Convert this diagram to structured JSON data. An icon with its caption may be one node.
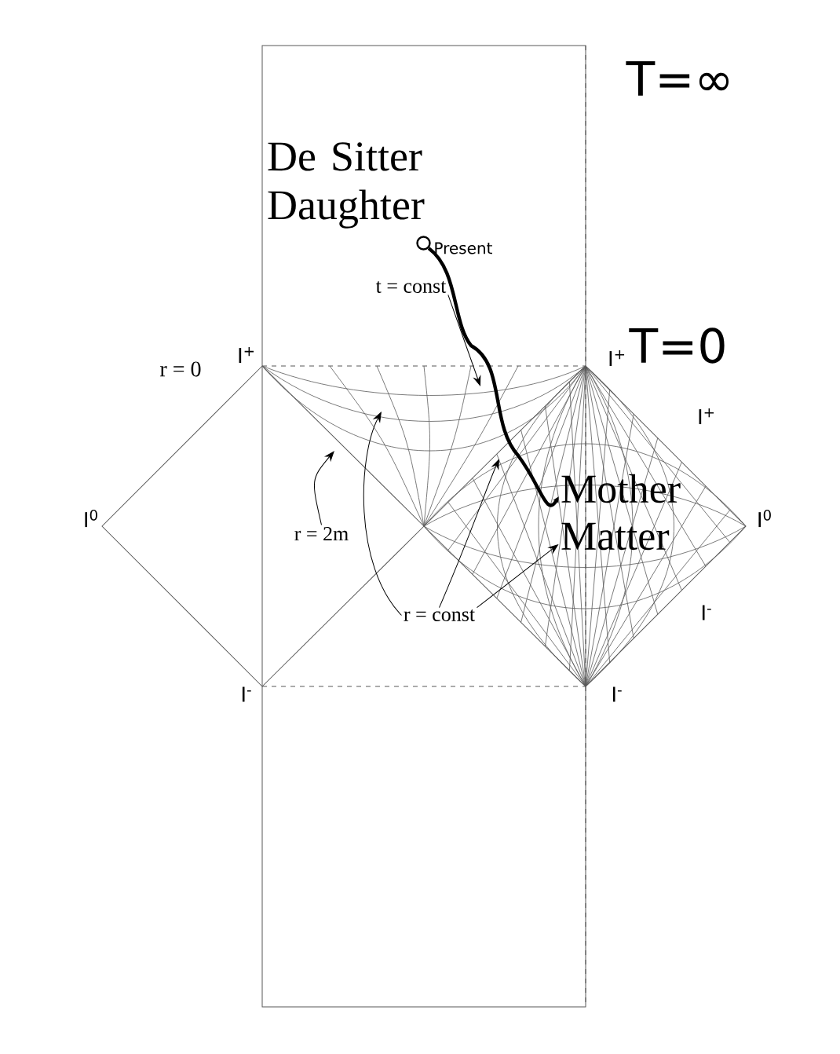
{
  "diagram": {
    "nodes": [
      {
        "text": [
          "De Sitter Daughter"
        ]
      },
      {
        "text": [],
        "shape": "circle",
        "in": 0,
        "beside": [
          "Present"
        ]
      },
      {
        "text": [
          "t = const"
        ],
        "in": 0
      },
      {
        "text": [
          "r = 2m"
        ],
        "in": 0
      },
      {
        "text": [
          "r = const"
        ],
        "in": 0
      },
      {
        "text": [
          "Mother Matter"
        ]
      }
    ],
    "edges": [
      {
        "from": 1,
        "to": 5,
        "arrow": "to",
        "style": "thick"
      },
      {
        "from": 2,
        "to": null,
        "arrow": "to"
      },
      {
        "from": 3,
        "to": null,
        "arrow": "to"
      },
      {
        "from": 4,
        "to": null,
        "arrow": "to"
      },
      {
        "from": 4,
        "to": null,
        "arrow": "to"
      },
      {
        "from": 4,
        "to": 5,
        "arrow": "to"
      }
    ],
    "labels": [
      "T=∞",
      "r = 0",
      "I$^{+}$",
      "I$^{+}$",
      "T=0",
      "I$^{+}$",
      "I$^{0}$",
      "I$^{0}$",
      "I$^{-}$",
      "I$^{-}$",
      "I$^{-}$"
    ]
  }
}
